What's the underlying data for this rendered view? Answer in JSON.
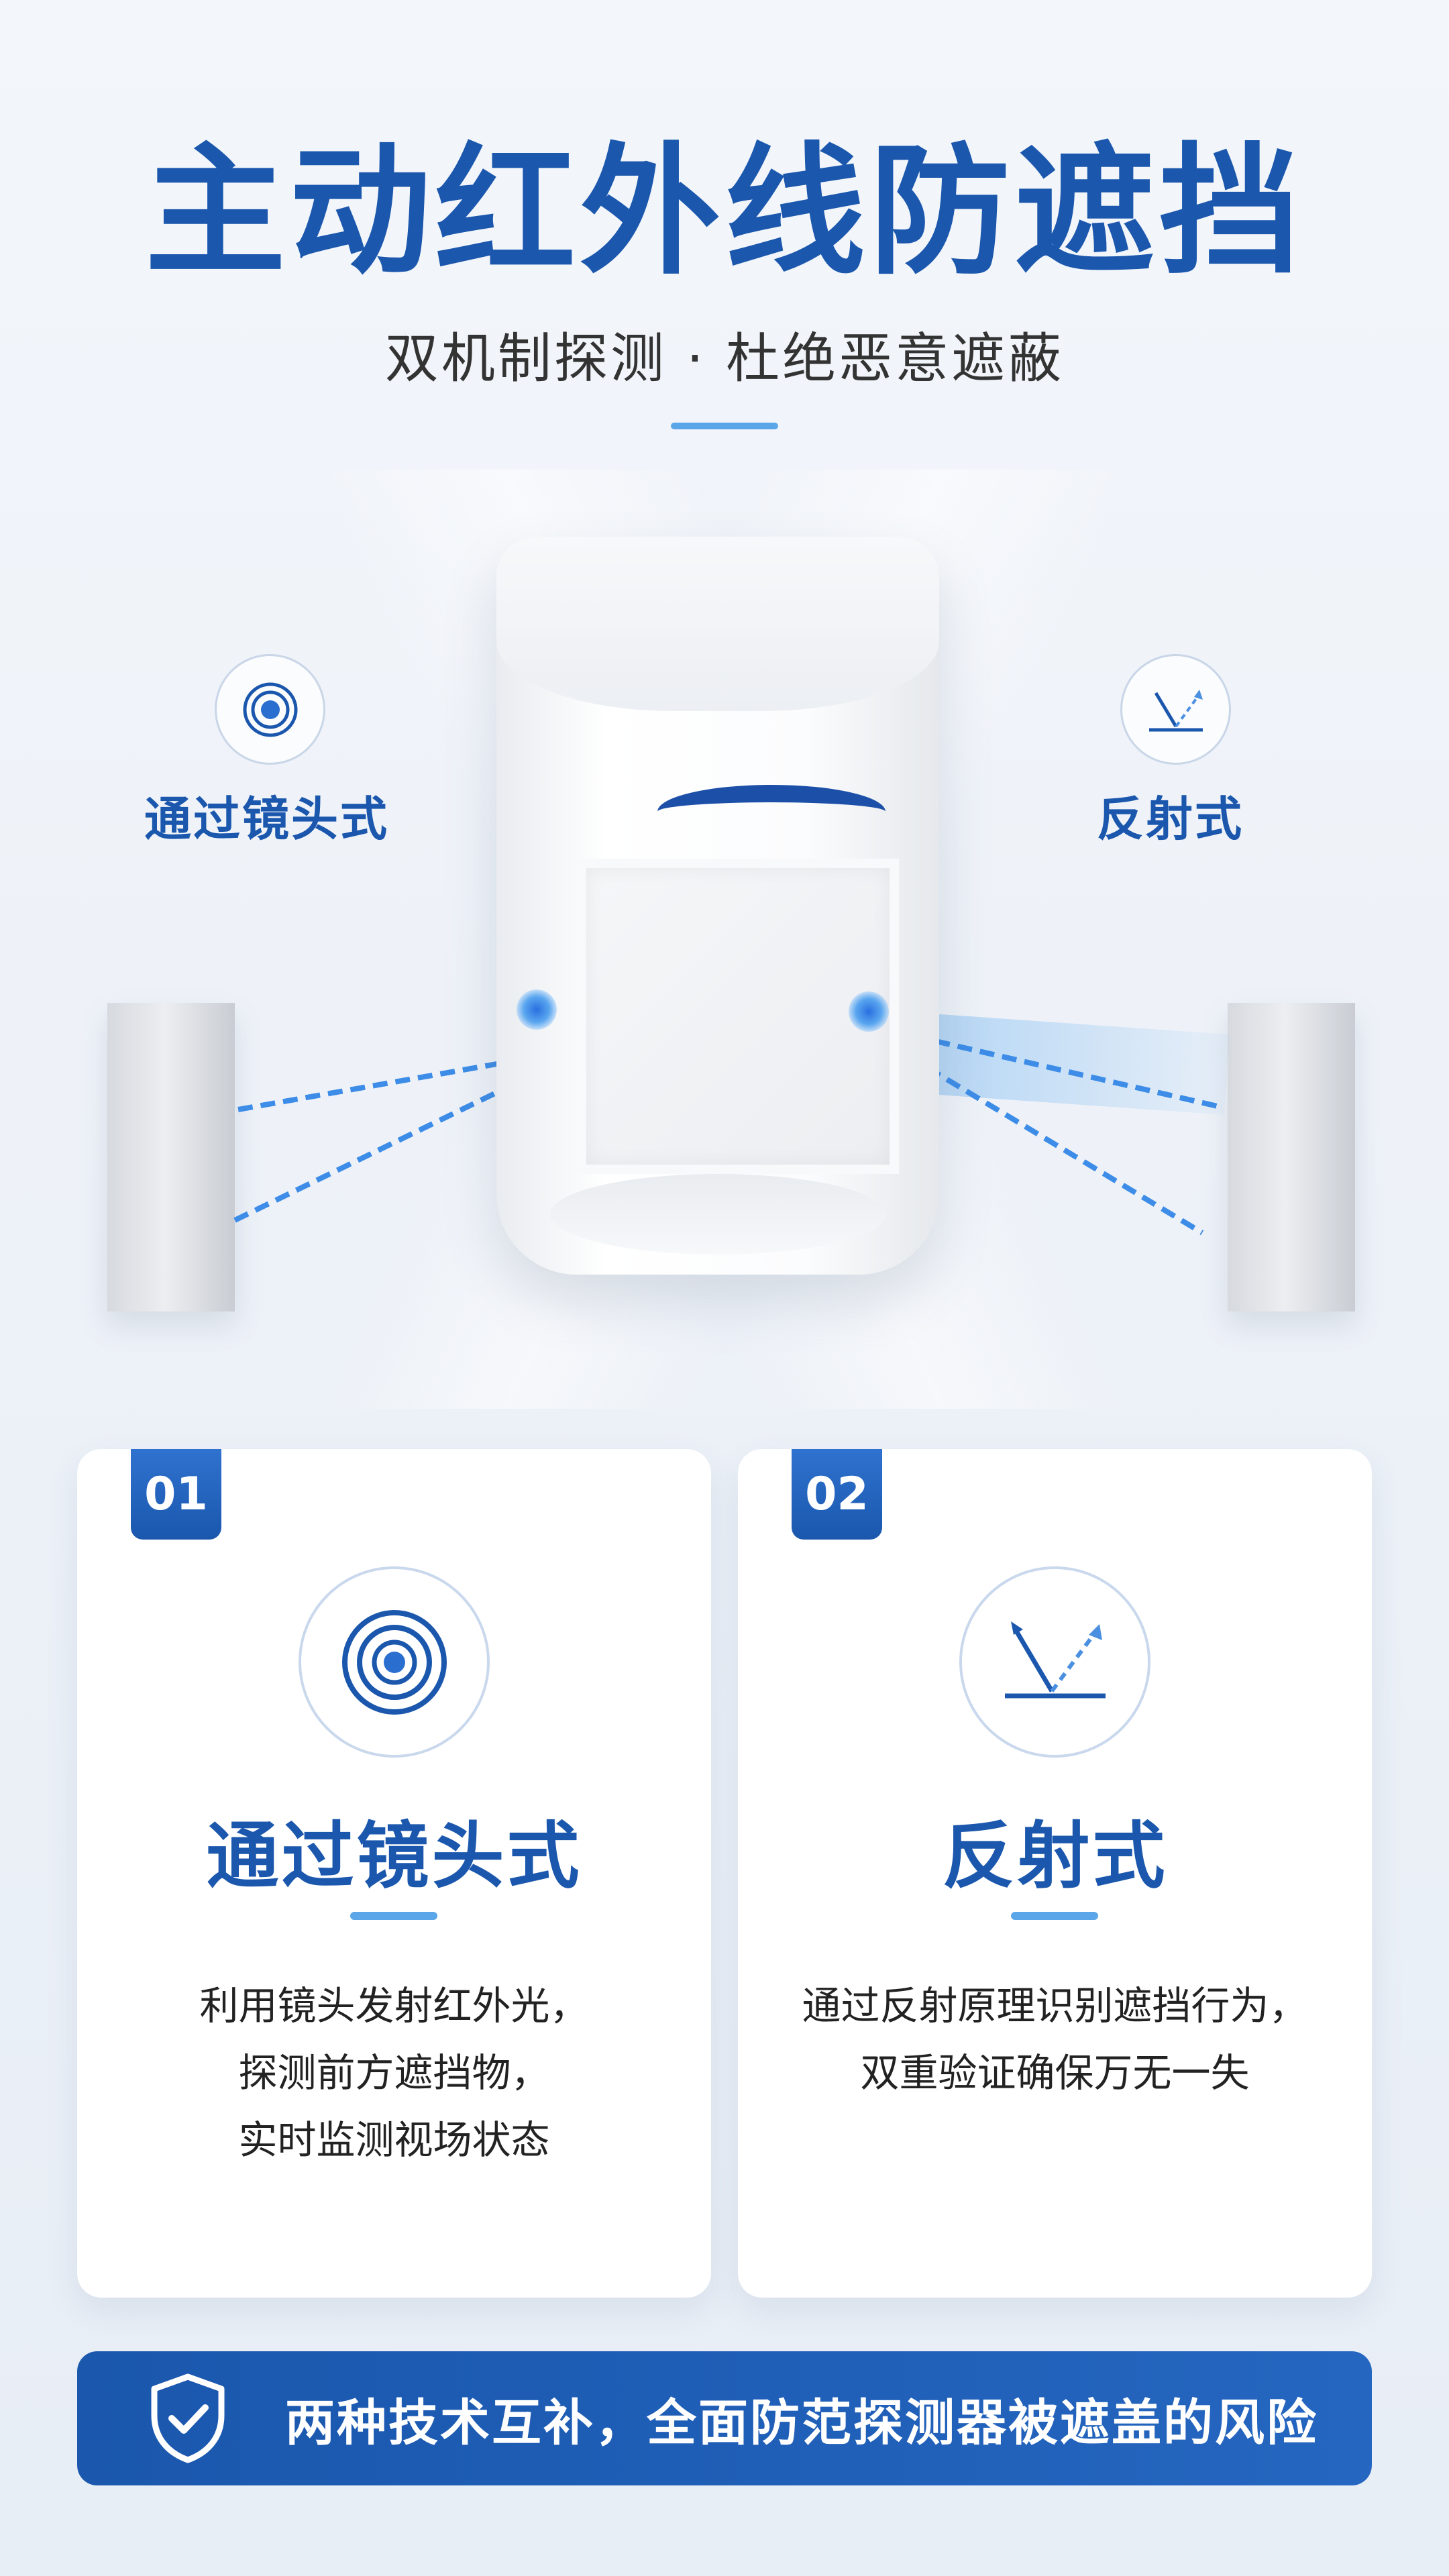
{
  "header": {
    "title": "主动红外线防遮挡",
    "subtitle": "双机制探测 · 杜绝恶意遮蔽"
  },
  "hero": {
    "left_label": "通过镜头式",
    "right_label": "反射式",
    "left_icon": "lens-target-icon",
    "right_icon": "reflection-icon"
  },
  "cards": [
    {
      "badge": "01",
      "icon": "lens-target-icon",
      "title": "通过镜头式",
      "lines": [
        "利用镜头发射红外光，",
        "探测前方遮挡物，",
        "实时监测视场状态"
      ]
    },
    {
      "badge": "02",
      "icon": "reflection-icon",
      "title": "反射式",
      "lines": [
        "通过反射原理识别遮挡行为，",
        "双重验证确保万无一失"
      ]
    }
  ],
  "banner": {
    "icon": "shield-check-icon",
    "text": "两种技术互补，全面防范探测器被遮盖的风险"
  },
  "colors": {
    "primary": "#1a57ad",
    "accent": "#5aa6e9",
    "background": "#f0f4f9"
  }
}
